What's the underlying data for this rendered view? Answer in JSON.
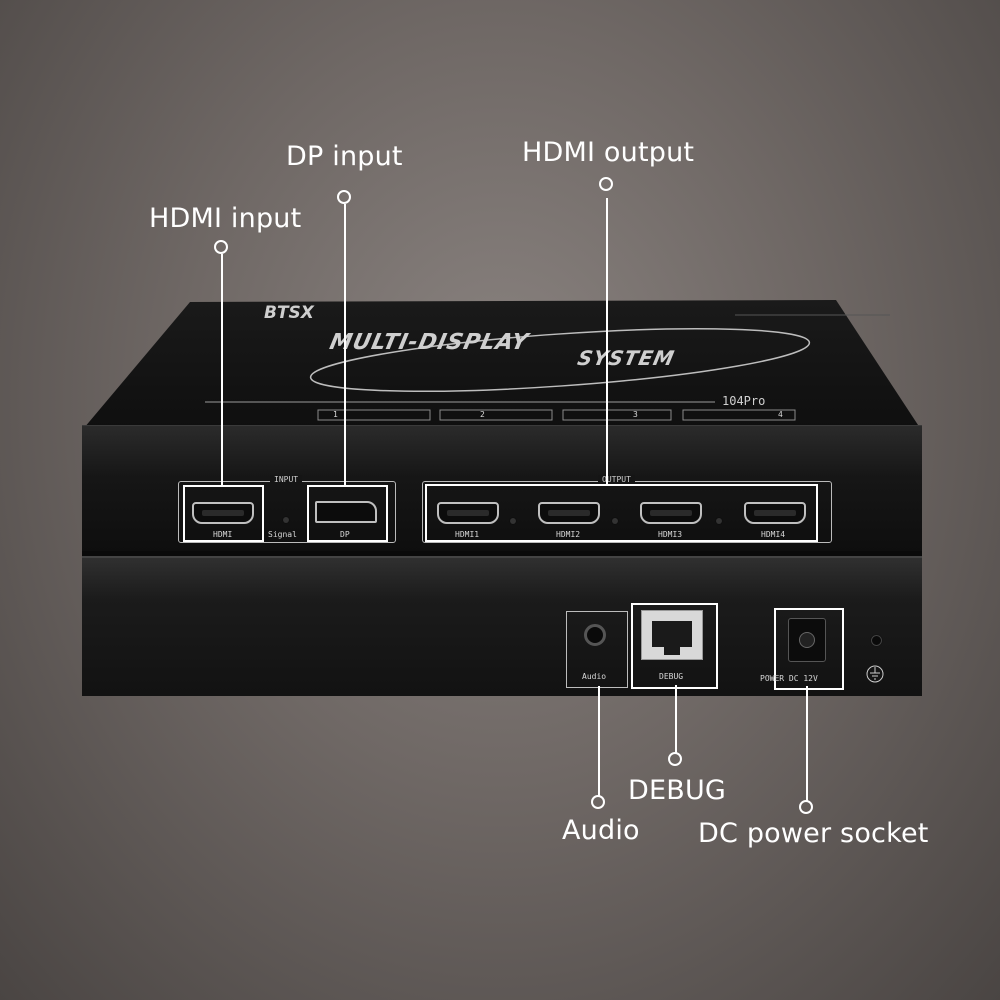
{
  "callouts": {
    "hdmi_input": "HDMI input",
    "dp_input": "DP input",
    "hdmi_output": "HDMI output",
    "audio": "Audio",
    "debug": "DEBUG",
    "dc_power": "DC power socket"
  },
  "device": {
    "brand": "BTSX",
    "product_line1": "MULTI-DISPLAY",
    "product_line2": "SYSTEM",
    "model": "104Pro",
    "top_numbers": [
      "1",
      "2",
      "3",
      "4"
    ],
    "input_title": "INPUT",
    "output_title": "OUTPUT",
    "ports": {
      "hdmi_in": "HDMI",
      "signal": "Signal",
      "dp": "DP",
      "hdmi1": "HDMI1",
      "hdmi2": "HDMI2",
      "hdmi3": "HDMI3",
      "hdmi4": "HDMI4",
      "audio": "Audio",
      "debug": "DEBUG",
      "power": "POWER DC 12V"
    }
  }
}
